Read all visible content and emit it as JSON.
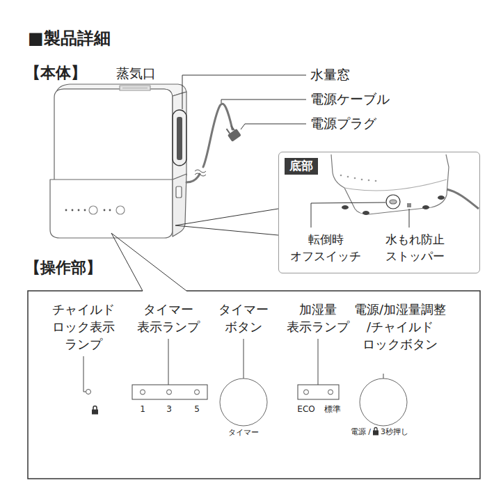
{
  "diagram": {
    "title": "■製品詳細",
    "nodes": [
      {
        "text": [
          "転倒時 オフスイッチ",
          "水もれ防止 ストッパー"
        ]
      },
      {
        "text": [
          "底部"
        ],
        "in": 0
      },
      {
        "text": [
          "チャイルド ロック表示 ランプ",
          "タイマー 表示ランプ",
          "タイマー ボタン",
          "加湿量 表示ランプ",
          "電源/加湿量調整 /チャイルド ロックボタン"
        ]
      }
    ],
    "labels": [
      "【本体】",
      "蒸気口",
      "水量窓",
      "電源ケーブル",
      "電源プラグ",
      "【操作部】",
      "1",
      "3",
      "5",
      "ECO",
      "標準",
      "タイマー",
      "電源 /",
      "3秒押し"
    ]
  }
}
